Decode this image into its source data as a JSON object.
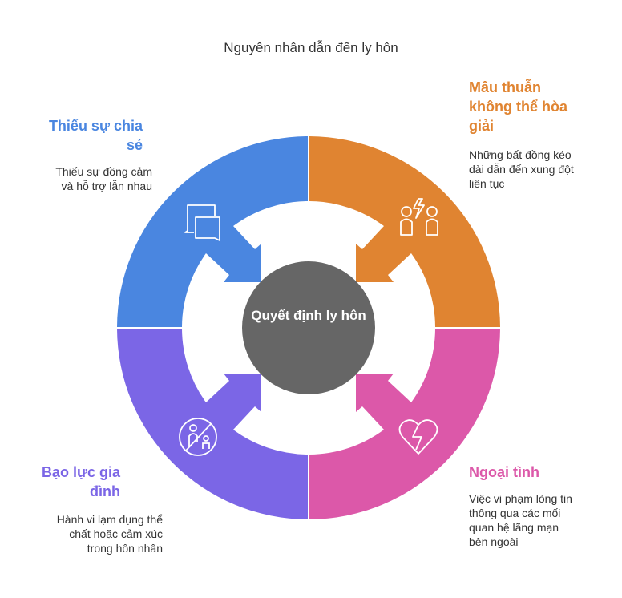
{
  "title": "Nguyên nhân dẫn đến ly hôn",
  "center": {
    "label": "Quyết định ly hôn",
    "color": "#666666"
  },
  "causes": [
    {
      "title_lines": [
        "Thiếu sự chia",
        "sẻ"
      ],
      "desc_lines": [
        "Thiếu sự đồng cảm",
        "và hỗ trợ lẫn nhau"
      ],
      "color": "#4A86E0",
      "icon": "chat-bubbles-icon"
    },
    {
      "title_lines": [
        "Mâu thuẫn",
        "không thể hòa",
        "giải"
      ],
      "desc_lines": [
        "Những bất đồng kéo",
        "dài dẫn đến xung đột",
        "liên tục"
      ],
      "color": "#E08431",
      "icon": "conflict-people-icon"
    },
    {
      "title_lines": [
        "Ngoại tình"
      ],
      "desc_lines": [
        "Việc vi phạm lòng tin",
        "thông qua các mối",
        "quan hệ lãng mạn",
        "bên ngoài"
      ],
      "color": "#DC58A9",
      "icon": "broken-heart-icon"
    },
    {
      "title_lines": [
        "Bạo lực gia",
        "đình"
      ],
      "desc_lines": [
        "Hành vi lạm dụng thể",
        "chất hoặc cảm xúc",
        "trong hôn nhân"
      ],
      "color": "#7B66E6",
      "icon": "no-violence-icon"
    }
  ]
}
